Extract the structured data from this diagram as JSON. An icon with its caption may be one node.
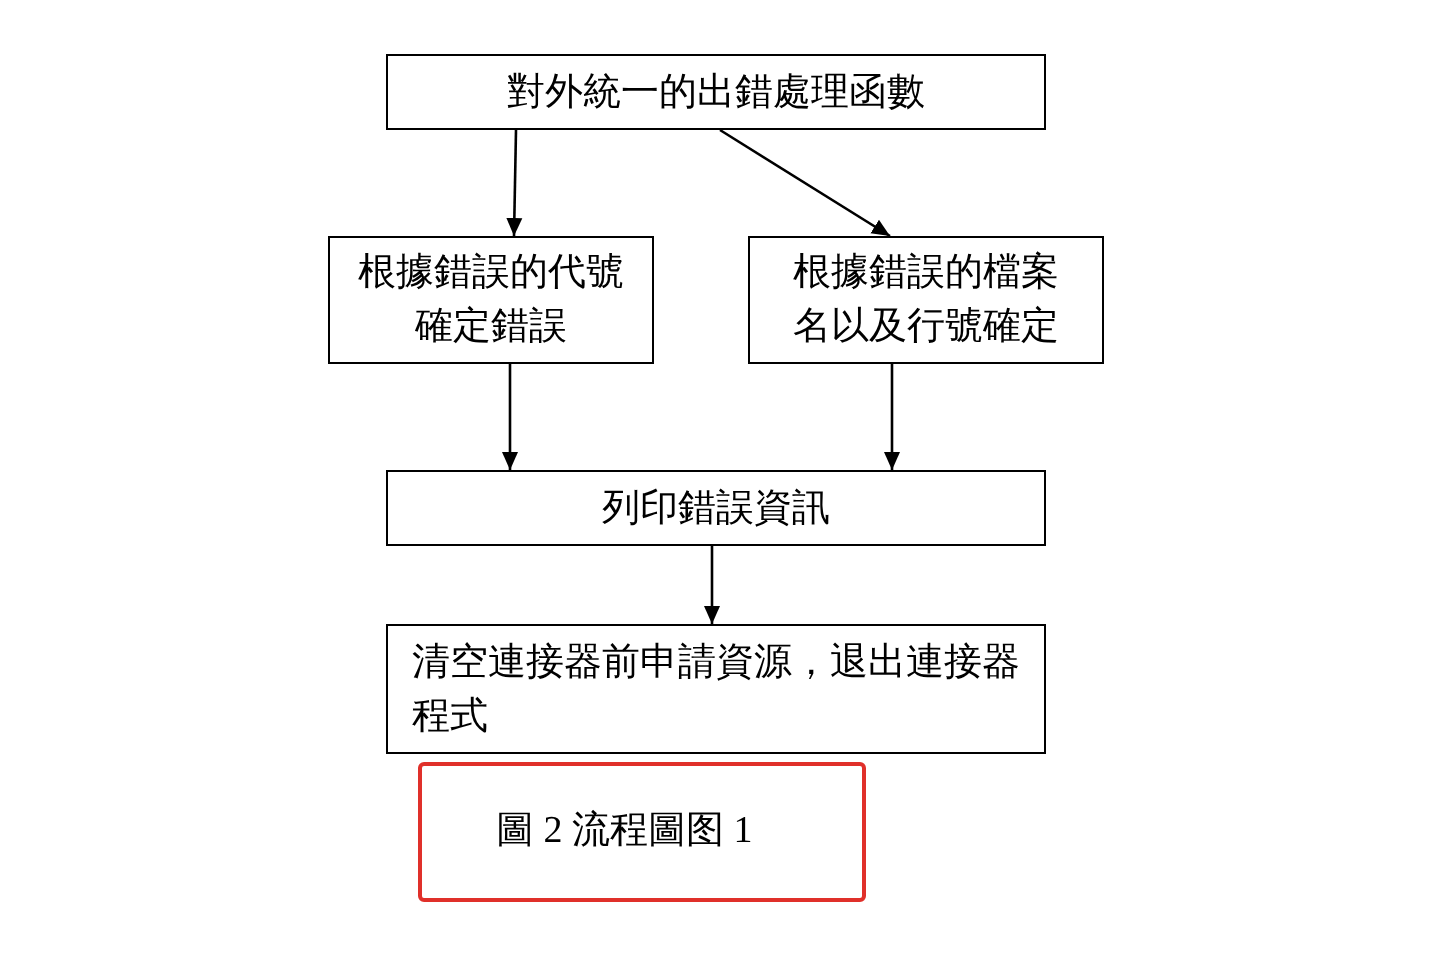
{
  "diagram": {
    "caption": "圖 2 流程圖图 1",
    "nodes": [
      {
        "text": [
          "對外統一的出錯處理函數"
        ]
      },
      {
        "text": [
          "根據錯誤的代號確定錯誤"
        ]
      },
      {
        "text": [
          "根據錯誤的檔案名以及行號確定"
        ]
      },
      {
        "text": [
          "列印錯誤資訊"
        ]
      },
      {
        "text": [
          "清空連接器前申請資源，退出連接器程式"
        ]
      }
    ],
    "edges": [
      {
        "from": 0,
        "to": 1,
        "arrow": "to"
      },
      {
        "from": 0,
        "to": 2,
        "arrow": "to"
      },
      {
        "from": 1,
        "to": 3,
        "arrow": "to"
      },
      {
        "from": 2,
        "to": 3,
        "arrow": "to"
      },
      {
        "from": 3,
        "to": 4,
        "arrow": "to"
      }
    ]
  }
}
